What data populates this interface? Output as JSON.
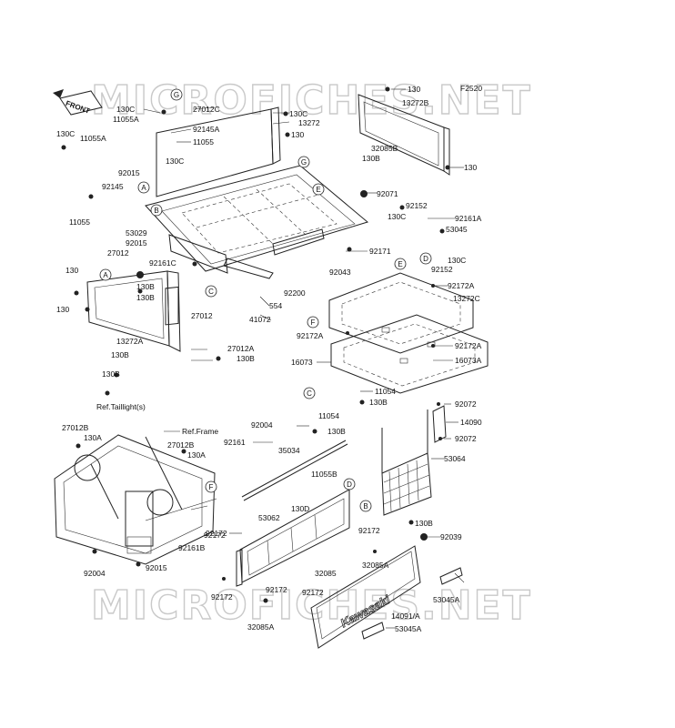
{
  "figure_code": "F2520",
  "front_label": "FRONT",
  "watermark": "MICROFICHES.NET",
  "section_labels": [
    "G",
    "A",
    "B",
    "E",
    "G",
    "C",
    "D",
    "E",
    "F",
    "A",
    "C",
    "B",
    "D",
    "F"
  ],
  "parts": [
    {
      "id": "p130c_a",
      "text": "130C"
    },
    {
      "id": "p27012c",
      "text": "27012C"
    },
    {
      "id": "p11055a_top",
      "text": "11055A"
    },
    {
      "id": "p130c_b",
      "text": "130C"
    },
    {
      "id": "p13272",
      "text": "13272"
    },
    {
      "id": "p130_a",
      "text": "130"
    },
    {
      "id": "p92145a",
      "text": "92145A"
    },
    {
      "id": "p11055_a",
      "text": "11055"
    },
    {
      "id": "p130c_c",
      "text": "130C"
    },
    {
      "id": "p11055a_l",
      "text": "11055A"
    },
    {
      "id": "p130c_d",
      "text": "130C"
    },
    {
      "id": "p92015_a",
      "text": "92015"
    },
    {
      "id": "p92145",
      "text": "92145"
    },
    {
      "id": "p11055_b",
      "text": "11055"
    },
    {
      "id": "p53029",
      "text": "53029"
    },
    {
      "id": "p92015_b",
      "text": "92015"
    },
    {
      "id": "p27012_a",
      "text": "27012"
    },
    {
      "id": "p92161c",
      "text": "92161C"
    },
    {
      "id": "p130_b",
      "text": "130"
    },
    {
      "id": "p130b_a",
      "text": "130B"
    },
    {
      "id": "p130b_b",
      "text": "130B"
    },
    {
      "id": "p130_c",
      "text": "130"
    },
    {
      "id": "p27012_b",
      "text": "27012"
    },
    {
      "id": "p13272a",
      "text": "13272A"
    },
    {
      "id": "p27012a",
      "text": "27012A"
    },
    {
      "id": "p130b_c",
      "text": "130B"
    },
    {
      "id": "p130b_d",
      "text": "130B"
    },
    {
      "id": "p130b_e",
      "text": "130B"
    },
    {
      "id": "pref_tail",
      "text": "Ref.Taillight(s)"
    },
    {
      "id": "p41072",
      "text": "41072"
    },
    {
      "id": "p554",
      "text": "554"
    },
    {
      "id": "p92200",
      "text": "92200"
    },
    {
      "id": "p92043",
      "text": "92043"
    },
    {
      "id": "p92171",
      "text": "92171"
    },
    {
      "id": "p92172a_a",
      "text": "92172A"
    },
    {
      "id": "p130_d",
      "text": "130"
    },
    {
      "id": "p13272b",
      "text": "13272B"
    },
    {
      "id": "p32085b",
      "text": "32085B"
    },
    {
      "id": "p130b_f",
      "text": "130B"
    },
    {
      "id": "p130_e",
      "text": "130"
    },
    {
      "id": "p92071",
      "text": "92071"
    },
    {
      "id": "p92152_a",
      "text": "92152"
    },
    {
      "id": "p130c_e",
      "text": "130C"
    },
    {
      "id": "p92161a",
      "text": "92161A"
    },
    {
      "id": "p53045",
      "text": "53045"
    },
    {
      "id": "p130c_f",
      "text": "130C"
    },
    {
      "id": "p92152_b",
      "text": "92152"
    },
    {
      "id": "p92172a_b",
      "text": "92172A"
    },
    {
      "id": "p13272c",
      "text": "13272C"
    },
    {
      "id": "p92172a_c",
      "text": "92172A"
    },
    {
      "id": "p16073",
      "text": "16073"
    },
    {
      "id": "p16073a",
      "text": "16073A"
    },
    {
      "id": "p11054_a",
      "text": "11054"
    },
    {
      "id": "p130b_g",
      "text": "130B"
    },
    {
      "id": "p92072_a",
      "text": "92072"
    },
    {
      "id": "p14090",
      "text": "14090"
    },
    {
      "id": "p92072_b",
      "text": "92072"
    },
    {
      "id": "p53064",
      "text": "53064"
    },
    {
      "id": "p92004_a",
      "text": "92004"
    },
    {
      "id": "p11054_b",
      "text": "11054"
    },
    {
      "id": "p130b_h",
      "text": "130B"
    },
    {
      "id": "p92161",
      "text": "92161"
    },
    {
      "id": "p35034",
      "text": "35034"
    },
    {
      "id": "p11055b",
      "text": "11055B"
    },
    {
      "id": "p130d",
      "text": "130D"
    },
    {
      "id": "p53062",
      "text": "53062"
    },
    {
      "id": "p92172_a",
      "text": "92172"
    },
    {
      "id": "p92172_b",
      "text": "92172"
    },
    {
      "id": "p130b_i",
      "text": "130B"
    },
    {
      "id": "p92039",
      "text": "92039"
    },
    {
      "id": "p32085a_a",
      "text": "32085A"
    },
    {
      "id": "p32085",
      "text": "32085"
    },
    {
      "id": "p92172_c",
      "text": "92172"
    },
    {
      "id": "p92172_d",
      "text": "92172"
    },
    {
      "id": "p92172_e",
      "text": "92172"
    },
    {
      "id": "p53045a_a",
      "text": "53045A"
    },
    {
      "id": "p14091a",
      "text": "14091/A"
    },
    {
      "id": "p53045a_b",
      "text": "53045A"
    },
    {
      "id": "p32085a_b",
      "text": "32085A"
    },
    {
      "id": "p27012b",
      "text": "27012B"
    },
    {
      "id": "p130a_a",
      "text": "130A"
    },
    {
      "id": "pref_frame",
      "text": "Ref.Frame"
    },
    {
      "id": "p27012b_b",
      "text": "27012B"
    },
    {
      "id": "p130a_b",
      "text": "130A"
    },
    {
      "id": "p92172_f",
      "text": "92172"
    },
    {
      "id": "p92161b",
      "text": "92161B"
    },
    {
      "id": "p92004_b",
      "text": "92004"
    },
    {
      "id": "p92015_c",
      "text": "92015"
    }
  ],
  "tailgate_logo": "Kawasaki"
}
